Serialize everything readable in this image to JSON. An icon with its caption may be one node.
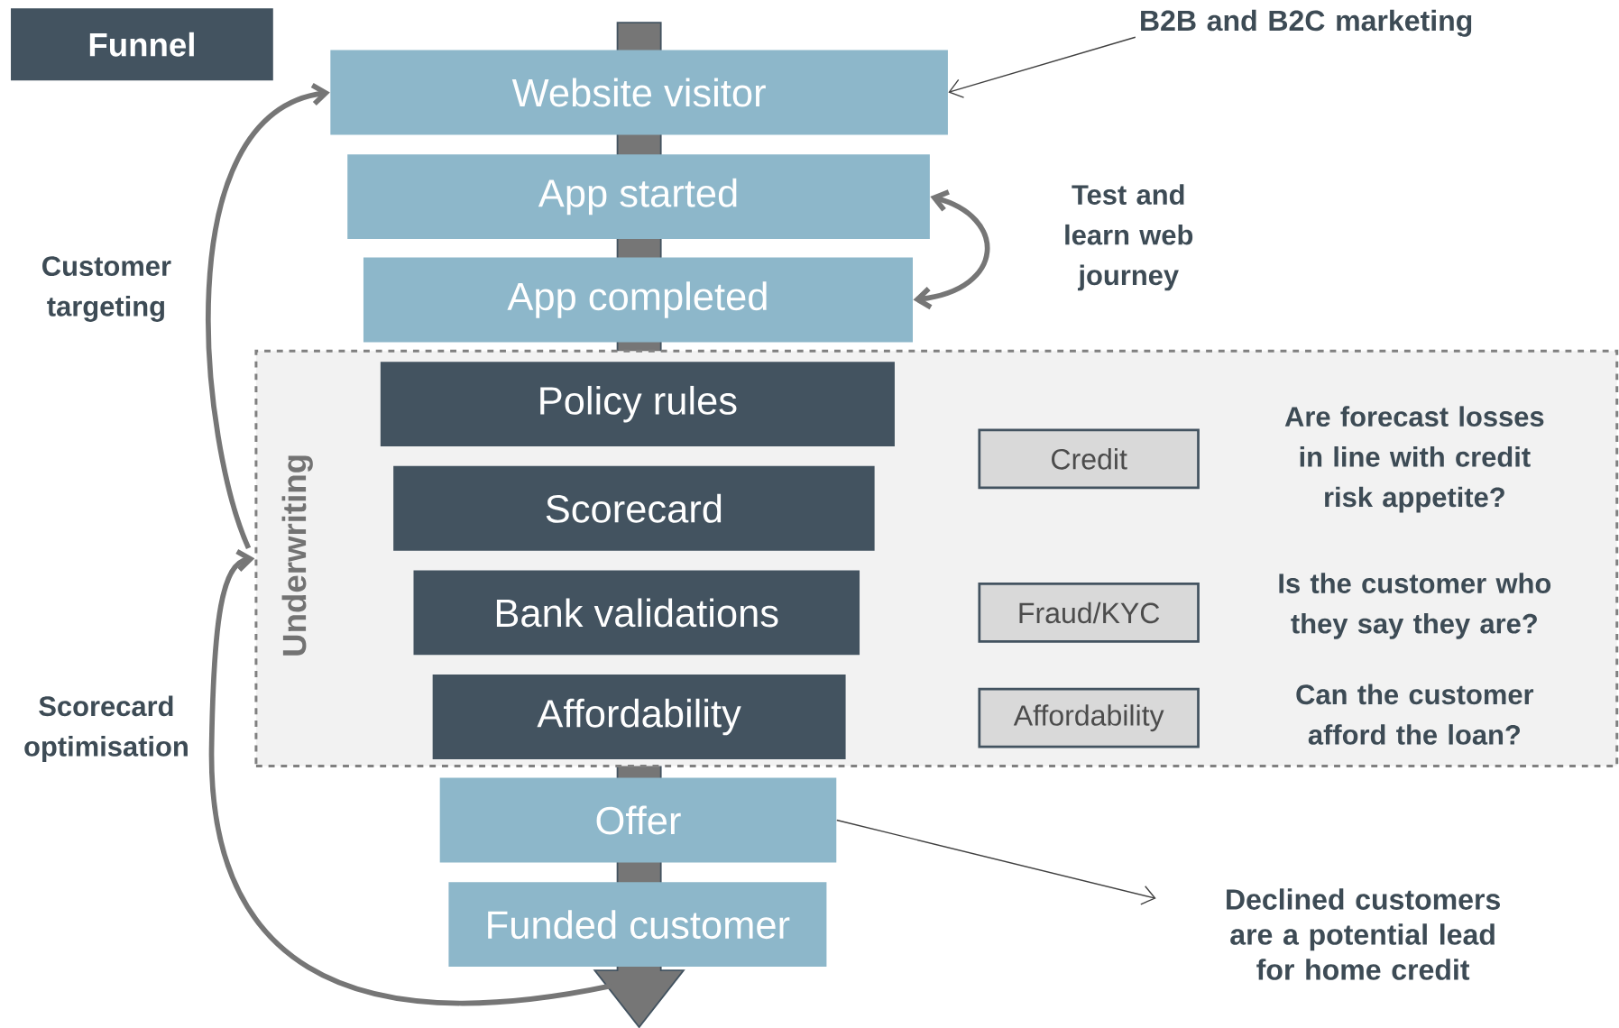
{
  "diagram": {
    "nodes": [
      {
        "text": [
          "Funnel"
        ]
      },
      {
        "text": [
          "Website visitor"
        ]
      },
      {
        "text": [
          "App started"
        ]
      },
      {
        "text": [
          "App completed"
        ]
      },
      {
        "text": [
          "Underwriting"
        ]
      },
      {
        "text": [
          "Policy rules"
        ],
        "in": 4
      },
      {
        "text": [
          "Scorecard"
        ],
        "in": 4
      },
      {
        "text": [
          "Bank validations"
        ],
        "in": 4
      },
      {
        "text": [
          "Affordability"
        ],
        "in": 4
      },
      {
        "text": [
          "Credit"
        ],
        "in": 4,
        "beside": [
          "Are forecast losses in line with credit risk appetite?"
        ]
      },
      {
        "text": [
          "Fraud/KYC"
        ],
        "in": 4,
        "beside": [
          "Is the customer who they say they are?"
        ]
      },
      {
        "text": [
          "Affordability"
        ],
        "in": 4,
        "beside": [
          "Can the customer afford the loan?"
        ]
      },
      {
        "text": [
          "Offer"
        ]
      },
      {
        "text": [
          "Funded customer"
        ]
      },
      {
        "text": [
          "B2B and B2C marketing"
        ]
      },
      {
        "text": [
          "Declined customers are a potential lead for home credit"
        ]
      }
    ],
    "edges": [
      {
        "from": 14,
        "to": 1,
        "arrow": "to",
        "color": "#404040"
      },
      {
        "from": 2,
        "to": 3,
        "arrow": "both"
      },
      {
        "from": 13,
        "to": 4,
        "arrow": "to"
      },
      {
        "from": 4,
        "to": 1,
        "arrow": "to"
      },
      {
        "from": 12,
        "to": 15,
        "arrow": "to",
        "color": "#404040"
      }
    ],
    "labels": [
      "Customer targeting",
      "Test and learn web journey",
      "Scorecard optimisation"
    ]
  }
}
